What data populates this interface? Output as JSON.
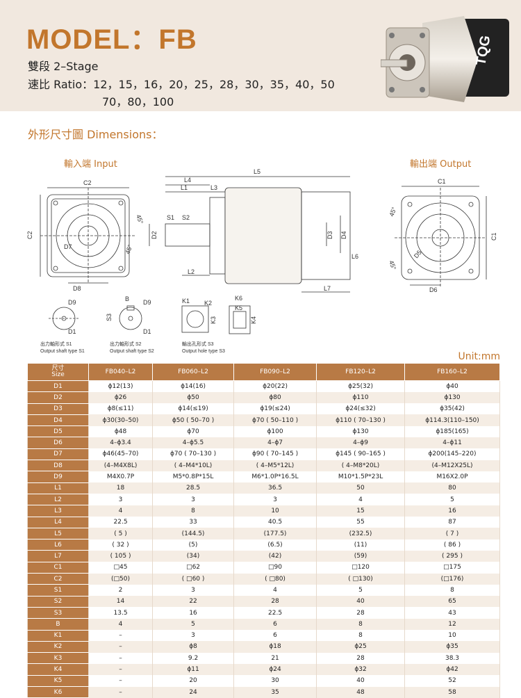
{
  "header": {
    "model": "MODEL：FB",
    "stage": "雙段  2–Stage",
    "ratio_line1": "速比  Ratio：12，15，16，20，25，28，30，35，40，50",
    "ratio_line2": "70，80，100",
    "brand": "TQG"
  },
  "dimensions": {
    "title": "外形尺寸圖 Dimensions：",
    "input_label": "輸入端 Input",
    "output_label": "輸出端 Output",
    "labels": {
      "c2": "C2",
      "c1": "C1",
      "d7": "D7",
      "d8": "D8",
      "d2": "D2",
      "d3": "D3",
      "d4": "D4",
      "d5": "D5",
      "d6": "D6",
      "l1": "L1",
      "l2": "L2",
      "l3": "L3",
      "l4": "L4",
      "l5": "L5",
      "l6": "L6",
      "l7": "L7",
      "s1": "S1",
      "s2": "S2",
      "a45": "45°",
      "b": "B",
      "d9": "D9",
      "s3": "S3",
      "d1": "D1",
      "k1": "K1",
      "k2": "K2",
      "k3": "K3",
      "k4": "K4",
      "k5": "K5",
      "k6": "K6"
    },
    "shaft_types": [
      {
        "cn": "出力軸形式 S1",
        "en": "Output shaft type S1"
      },
      {
        "cn": "出力軸形式 S2",
        "en": "Output shaft type S2"
      },
      {
        "cn": "輸出孔形式 S3",
        "en": "Output hole type S3"
      }
    ]
  },
  "unit": "Unit:mm",
  "table": {
    "size_header_cn": "尺寸",
    "size_header_en": "Size",
    "columns": [
      "FB040–L2",
      "FB060–L2",
      "FB090–L2",
      "FB120–L2",
      "FB160–L2"
    ],
    "rows": [
      {
        "k": "D1",
        "v": [
          "ϕ12(13)",
          "ϕ14(16)",
          "ϕ20(22)",
          "ϕ25(32)",
          "ϕ40"
        ]
      },
      {
        "k": "D2",
        "v": [
          "ϕ26",
          "ϕ50",
          "ϕ80",
          "ϕ110",
          "ϕ130"
        ]
      },
      {
        "k": "D3",
        "v": [
          "ϕ8(≤11)",
          "ϕ14(≤19)",
          "ϕ19(≤24)",
          "ϕ24(≤32)",
          "ϕ35(42)"
        ]
      },
      {
        "k": "D4",
        "v": [
          "ϕ30(30–50)",
          "ϕ50 ( 50–70 )",
          "ϕ70 ( 50–110 )",
          "ϕ110 ( 70–130 )",
          "ϕ114.3(110–150)"
        ]
      },
      {
        "k": "D5",
        "v": [
          "ϕ48",
          "ϕ70",
          "ϕ100",
          "ϕ130",
          "ϕ185(165)"
        ]
      },
      {
        "k": "D6",
        "v": [
          "4–ϕ3.4",
          "4–ϕ5.5",
          "4–ϕ7",
          "4–ϕ9",
          "4–ϕ11"
        ]
      },
      {
        "k": "D7",
        "v": [
          "ϕ46(45–70)",
          "ϕ70 ( 70–130 )",
          "ϕ90 ( 70–145 )",
          "ϕ145 ( 90–165 )",
          "ϕ200(145–220)"
        ]
      },
      {
        "k": "D8",
        "v": [
          "(4–M4X8L)",
          "( 4–M4*10L)",
          "( 4–M5*12L)",
          "( 4–M8*20L)",
          "(4–M12X25L)"
        ]
      },
      {
        "k": "D9",
        "v": [
          "M4X0.7P",
          "M5*0.8P*15L",
          "M6*1.0P*16.5L",
          "M10*1.5P*23L",
          "M16X2.0P"
        ]
      },
      {
        "k": "L1",
        "v": [
          "18",
          "28.5",
          "36.5",
          "50",
          "80"
        ]
      },
      {
        "k": "L2",
        "v": [
          "3",
          "3",
          "3",
          "4",
          "5"
        ]
      },
      {
        "k": "L3",
        "v": [
          "4",
          "8",
          "10",
          "15",
          "16"
        ]
      },
      {
        "k": "L4",
        "v": [
          "22.5",
          "33",
          "40.5",
          "55",
          "87"
        ]
      },
      {
        "k": "L5",
        "v": [
          "( 5 )",
          "(144.5)",
          "(177.5)",
          "(232.5)",
          "( 7 )"
        ]
      },
      {
        "k": "L6",
        "v": [
          "( 32 )",
          "(5)",
          "(6.5)",
          "(11)",
          "( 86 )"
        ]
      },
      {
        "k": "L7",
        "v": [
          "( 105 )",
          "(34)",
          "(42)",
          "(59)",
          "( 295 )"
        ]
      },
      {
        "k": "C1",
        "v": [
          "□45",
          "□62",
          "□90",
          "□120",
          "□175"
        ]
      },
      {
        "k": "C2",
        "v": [
          "(□50)",
          "( □60 )",
          "( □80)",
          "( □130)",
          "(□176)"
        ]
      },
      {
        "k": "S1",
        "v": [
          "2",
          "3",
          "4",
          "5",
          "8"
        ]
      },
      {
        "k": "S2",
        "v": [
          "14",
          "22",
          "28",
          "40",
          "65"
        ]
      },
      {
        "k": "S3",
        "v": [
          "13.5",
          "16",
          "22.5",
          "28",
          "43"
        ]
      },
      {
        "k": "B",
        "v": [
          "4",
          "5",
          "6",
          "8",
          "12"
        ]
      },
      {
        "k": "K1",
        "v": [
          "–",
          "3",
          "6",
          "8",
          "10"
        ]
      },
      {
        "k": "K2",
        "v": [
          "–",
          "ϕ8",
          "ϕ18",
          "ϕ25",
          "ϕ35"
        ]
      },
      {
        "k": "K3",
        "v": [
          "–",
          "9.2",
          "21",
          "28",
          "38.3"
        ]
      },
      {
        "k": "K4",
        "v": [
          "–",
          "ϕ11",
          "ϕ24",
          "ϕ32",
          "ϕ42"
        ]
      },
      {
        "k": "K5",
        "v": [
          "–",
          "20",
          "30",
          "40",
          "52"
        ]
      },
      {
        "k": "K6",
        "v": [
          "–",
          "24",
          "35",
          "48",
          "58"
        ]
      }
    ]
  }
}
